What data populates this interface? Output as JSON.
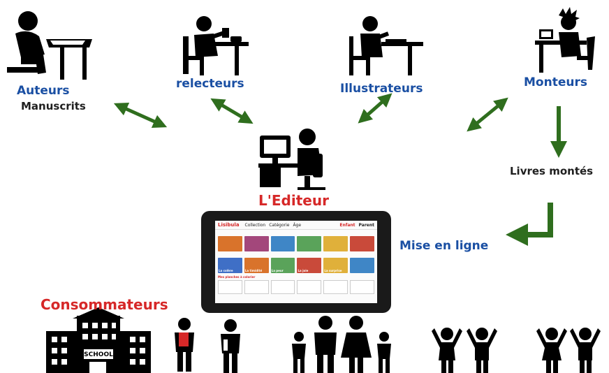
{
  "roles": {
    "auteurs": "Auteurs",
    "manuscrits": "Manuscrits",
    "relecteurs": "relecteurs",
    "illustrateurs": "Illustrateurs",
    "monteurs": "Monteurs"
  },
  "editeur": "L'Editeur",
  "livres_montes": "Livres montés",
  "mise_en_ligne": "Mise en ligne",
  "consommateurs": "Consommateurs",
  "school_sign": "SCHOOL",
  "tablet": {
    "logo": "Lisibula",
    "nav": [
      "Collection",
      "Catégorie",
      "Âge"
    ],
    "right": [
      "Enfant",
      "Parent"
    ],
    "section": "Mes planches à colorier",
    "row1_cards": [
      "#d9732b",
      "#a3477b",
      "#3f86c6",
      "#5aa35a",
      "#e0b03a",
      "#c94a3a"
    ],
    "row2_cards": [
      "#3f6fc6",
      "#d9732b",
      "#5aa35a",
      "#c94a3a",
      "#e0b03a",
      "#3f86c6"
    ],
    "row2_labels": [
      "La colère",
      "La timidité",
      "La peur",
      "La joie",
      "La surprise"
    ]
  },
  "colors": {
    "label_blue": "#1a4fa3",
    "label_red": "#d62828",
    "arrow_green": "#2f6e1e"
  }
}
